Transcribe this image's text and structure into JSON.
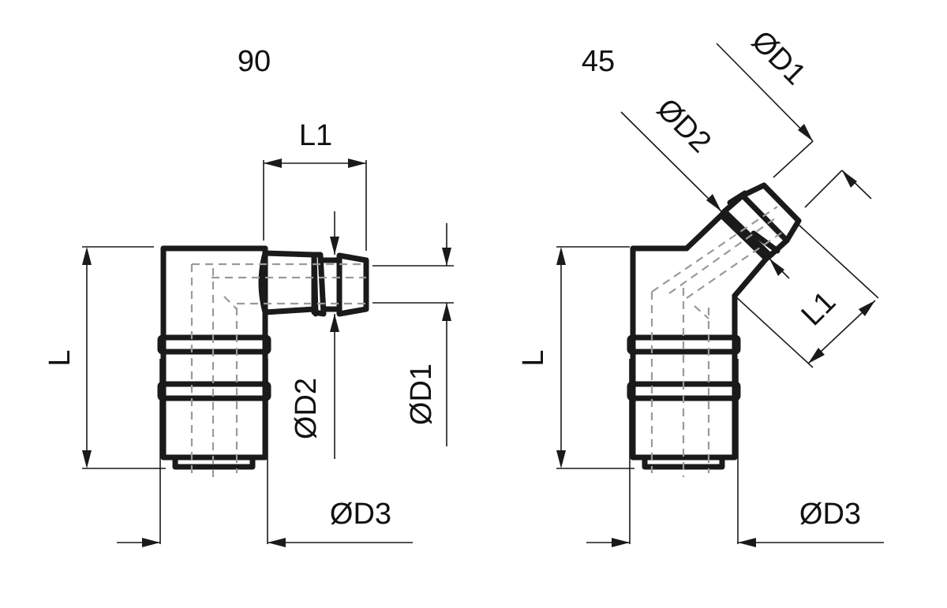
{
  "views": {
    "right_angle": {
      "title": "90",
      "labels": {
        "length": "L",
        "barb_length": "L1",
        "d1": "ØD1",
        "d2": "ØD2",
        "d3": "ØD3"
      }
    },
    "angled": {
      "title": "45",
      "labels": {
        "length": "L",
        "barb_length": "L1",
        "d1": "ØD1",
        "d2": "ØD2",
        "d3": "ØD3"
      }
    }
  },
  "colors": {
    "line": "#1a1a1a",
    "hidden_line": "#9a9a9a",
    "background": "#ffffff"
  }
}
